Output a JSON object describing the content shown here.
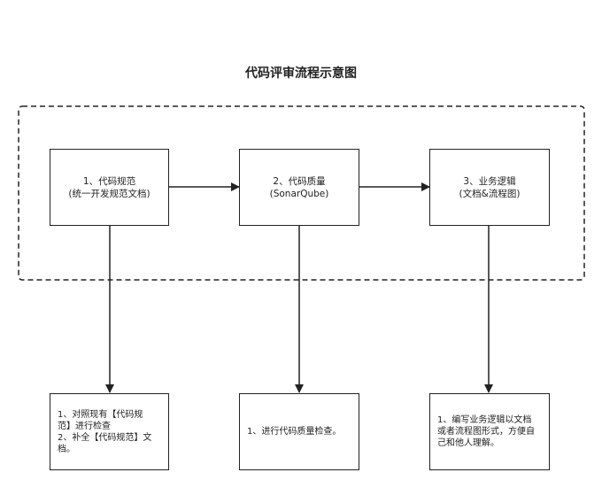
{
  "title": "代码评审流程示意图",
  "stages": [
    {
      "line1": "1、代码规范",
      "line2": "(统一开发规范文档)"
    },
    {
      "line1": "2、代码质量",
      "line2": "(SonarQube)"
    },
    {
      "line1": "3、业务逻辑",
      "line2": "(文档&流程图)"
    }
  ],
  "notes": [
    {
      "lines": [
        "1、对照现有【代码规",
        "范】进行检查",
        "2、补全【代码规范】文",
        "档。"
      ]
    },
    {
      "lines": [
        "1、进行代码质量检查。"
      ]
    },
    {
      "lines": [
        "1、编写业务逻辑以文档",
        "或者流程图形式，方便自",
        "己和他人理解。"
      ]
    }
  ],
  "colors": {
    "stroke": "#222222",
    "background": "#ffffff"
  }
}
